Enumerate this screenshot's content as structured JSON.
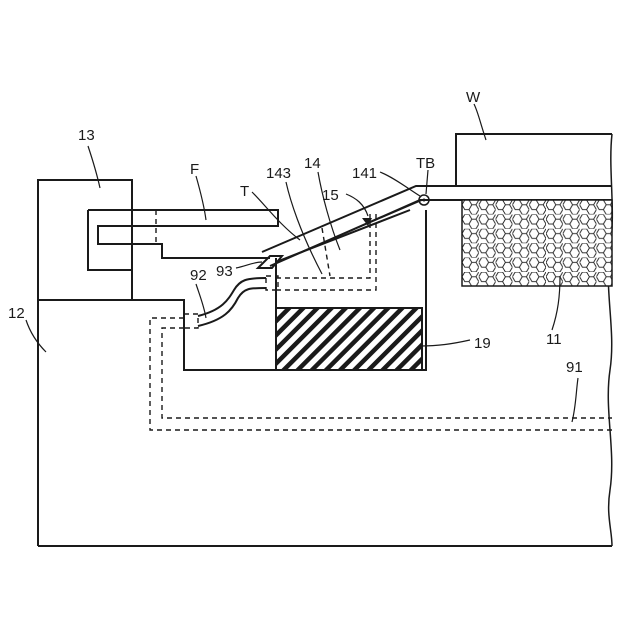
{
  "labels": {
    "W": "W",
    "n13": "13",
    "F": "F",
    "n143": "143",
    "n14": "14",
    "n141": "141",
    "TB": "TB",
    "T": "T",
    "n15": "15",
    "n12": "12",
    "n92": "92",
    "n93": "93",
    "n11": "11",
    "n19": "19",
    "n91": "91"
  }
}
